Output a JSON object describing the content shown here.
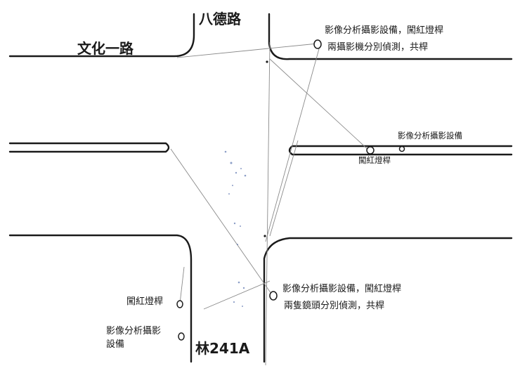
{
  "roads": {
    "north": "八德路",
    "west": "文化一路",
    "south": "林241A"
  },
  "annotations": {
    "ne_line1": "影像分析攝影設備，闖紅燈桿",
    "ne_line2": "兩攝影機分別偵測，共桿",
    "east_camera": "影像分析攝影設備",
    "east_signal": "闖紅燈桿",
    "se_line1": "影像分析攝影設備，闖紅燈桿",
    "se_line2": "兩隻鏡頭分別偵測，共桿",
    "sw_signal": "闖紅燈桿",
    "sw_camera_line1": "影像分析攝影",
    "sw_camera_line2": "設備"
  },
  "colors": {
    "ink": "#1a1a1a",
    "sight_line": "#8a8a8a",
    "speckle": "#2f4f9a"
  }
}
